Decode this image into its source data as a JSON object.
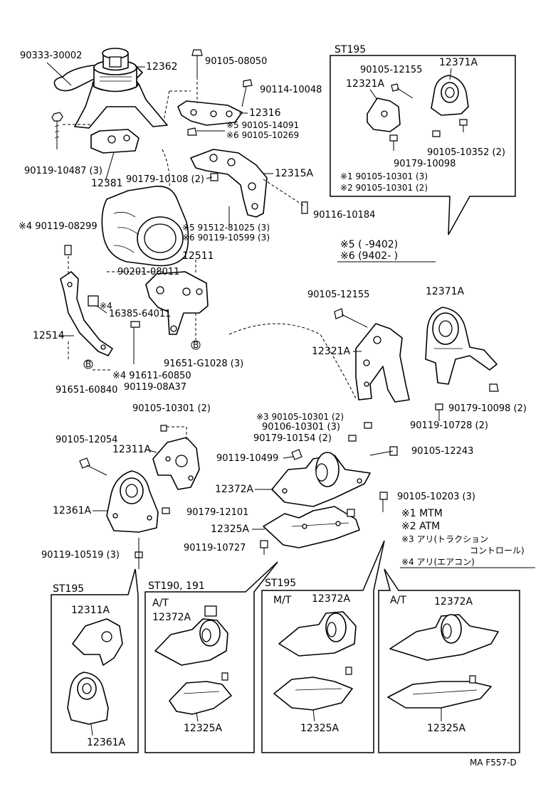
{
  "diagram_code": "MA F557-D",
  "labels": {
    "p90333_30002": "90333-30002",
    "p12362": "12362",
    "p90105_08050": "90105-08050",
    "p90114_10048": "90114-10048",
    "p12316": "12316",
    "p5_90105_14091": "※5 90105-14091",
    "p6_90105_10269": "※6 90105-10269",
    "p90119_10487": "90119-10487 (3)",
    "p12381": "12381",
    "p90179_10108": "90179-10108 (2)",
    "p12315A": "12315A",
    "p90116_10184": "90116-10184",
    "p4_90119_08299": "※4 90119-08299",
    "p5_91512_81025": "※5 91512-81025 (3)",
    "p6_90119_10599": "※6 90119-10599 (3)",
    "p12511": "12511",
    "p90201_08011": "90201-08011",
    "p4_16385": "※4",
    "p16385_64011": "16385-64011",
    "p12514": "12514",
    "p91651_G1028": "91651-G1028 (3)",
    "p4_91611_60850": "※4 91611-60850",
    "p90119_08A37": "90119-08A37",
    "p91651_60840": "91651-60840",
    "p90105_12155_main": "90105-12155",
    "p12371A_main": "12371A",
    "p12321A_main": "12321A",
    "p90179_10098_main": "90179-10098 (2)",
    "p90119_10728": "90119-10728 (2)",
    "p3_90105_10301": "※3 90105-10301 (2)",
    "p90106_10301": "90106-10301 (3)",
    "p90179_10154": "90179-10154 (2)",
    "p90119_10499": "90119-10499",
    "p90105_12243": "90105-12243",
    "p12372A_main": "12372A",
    "p90105_10203": "90105-10203 (3)",
    "p12325A_main": "12325A",
    "p90119_10727": "90119-10727",
    "p90105_10301_2": "90105-10301 (2)",
    "p90105_12054": "90105-12054",
    "p12311A_main": "12311A",
    "p12361A_main": "12361A",
    "p90179_12101": "90179-12101",
    "p90119_10519": "90119-10519 (3)",
    "circle_b": "B"
  },
  "st195_top": {
    "title": "ST195",
    "p90105_12155": "90105-12155",
    "p12371A": "12371A",
    "p12321A": "12321A",
    "p90179_10098": "90179-10098",
    "p90105_10352": "90105-10352 (2)",
    "p1_90105_10301": "※1 90105-10301 (3)",
    "p2_90105_10301": "※2 90105-10301 (2)"
  },
  "date_notes": {
    "n5": "※5 (      -9402)",
    "n6": "※6 (9402-      )"
  },
  "legend": {
    "l1": "※1  MTM",
    "l2": "※2  ATM",
    "l3": "※3  アリ(トラクション",
    "l3b": "コントロール)",
    "l4": "※4  アリ(エアコン)"
  },
  "panels": {
    "st195_left": {
      "title": "ST195",
      "top": "12311A",
      "bottom": "12361A"
    },
    "st190_191": {
      "title": "ST190, 191",
      "sub": "A/T",
      "top": "12372A",
      "bottom": "12325A"
    },
    "st195_mt": {
      "title": "ST195",
      "sub": "M/T",
      "top": "12372A",
      "bottom": "12325A"
    },
    "st195_at": {
      "sub": "A/T",
      "top": "12372A",
      "bottom": "12325A"
    }
  }
}
